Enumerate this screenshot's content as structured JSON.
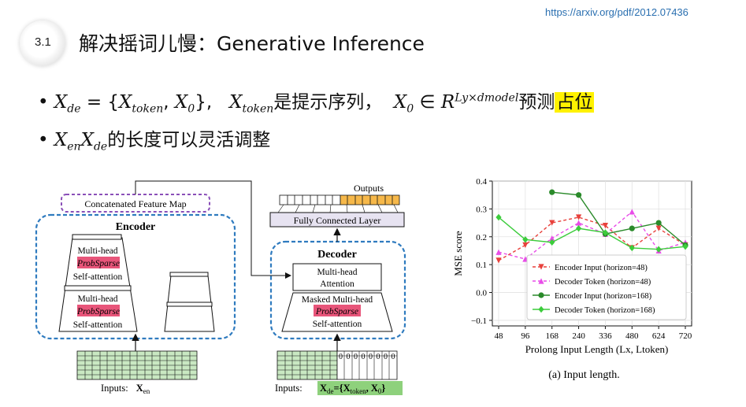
{
  "url": "https://arxiv.org/pdf/2012.07436",
  "section_number": "3.1",
  "title": "解决摇词儿慢：Generative Inference",
  "bullet1": {
    "lhs": "X",
    "lhs_sub": "de",
    "eq": " = {",
    "x": "X",
    "x_sub": "token",
    "comma": ", ",
    "x0": "X",
    "x0_sub": "0",
    "close": "},   ",
    "x2": "X",
    "x2_sub": "token",
    "text1": "是提示序列，  ",
    "x3": "X",
    "x3_sub": "0",
    "in": " ∈ ",
    "r": "R",
    "r_sup": "Ly×dmodel",
    "text2": "预测",
    "highlight": "占位"
  },
  "bullet2": {
    "x1": "X",
    "x1_sub": "en",
    "x2": "X",
    "x2_sub": "de",
    "text": "的长度可以灵活调整"
  },
  "diagram": {
    "concat_label": "Concatenated Feature Map",
    "encoder_label": "Encoder",
    "decoder_label": "Decoder",
    "multihead": "Multi-head",
    "probsparse": "ProbSparse",
    "self_attention": "Self-attention",
    "dec_multihead": "Multi-head",
    "dec_attention": "Attention",
    "masked_multihead": "Masked Multi-head",
    "fc_layer": "Fully Connected Layer",
    "outputs": "Outputs",
    "inputs_en": "Inputs:",
    "inputs_en_var": "X",
    "inputs_en_sub": "en",
    "inputs_de": "Inputs:",
    "inputs_de_var": "X",
    "inputs_de_sub": "de",
    "inputs_de_eq": "={X",
    "inputs_de_tok": "token",
    "inputs_de_x0": ", X",
    "inputs_de_x0_sub": "0",
    "inputs_de_end": "}",
    "zeros": [
      "0",
      "0",
      "0",
      "0",
      "0",
      "0",
      "0",
      "0"
    ],
    "colors": {
      "encoder_border": "#2f7bbf",
      "concat_border": "#8a4fb8",
      "probsparse": "#e8557a",
      "input_cell": "#c9e8c2",
      "output_cell": "#f6b84a",
      "input_de_label": "#8ed17c"
    }
  },
  "chart_data": {
    "type": "line",
    "xlabel": "Prolong Input Length (Lx, Ltoken)",
    "ylabel": "MSE score",
    "caption": "(a) Input length.",
    "categories": [
      "48",
      "96",
      "168",
      "240",
      "336",
      "480",
      "624",
      "720"
    ],
    "yticks": [
      "0.4",
      "0.3",
      "0.2",
      "0.1",
      "0.0",
      "−0.1"
    ],
    "ylim": [
      -0.12,
      0.4
    ],
    "series": [
      {
        "name": "Encoder Input (horizon=48)",
        "color": "#e8413c",
        "dash": "4,3",
        "marker": "tri-down",
        "values": [
          0.115,
          0.17,
          0.25,
          0.27,
          0.24,
          0.16,
          0.23,
          0.17
        ]
      },
      {
        "name": "Decoder Token (horizon=48)",
        "color": "#e84ce8",
        "dash": "4,3",
        "marker": "tri-up",
        "values": [
          0.145,
          0.12,
          0.195,
          0.25,
          0.21,
          0.29,
          0.15,
          0.18
        ]
      },
      {
        "name": "Encoder Input (horizon=168)",
        "color": "#2a8a2a",
        "dash": "",
        "marker": "circle",
        "values": [
          null,
          null,
          0.36,
          0.35,
          0.21,
          0.23,
          0.25,
          0.17
        ]
      },
      {
        "name": "Decoder Token (horizon=168)",
        "color": "#3ccc3c",
        "dash": "",
        "marker": "diamond",
        "values": [
          0.27,
          0.19,
          0.18,
          0.23,
          0.215,
          0.16,
          0.155,
          0.165
        ]
      }
    ],
    "legend": "center-right"
  }
}
